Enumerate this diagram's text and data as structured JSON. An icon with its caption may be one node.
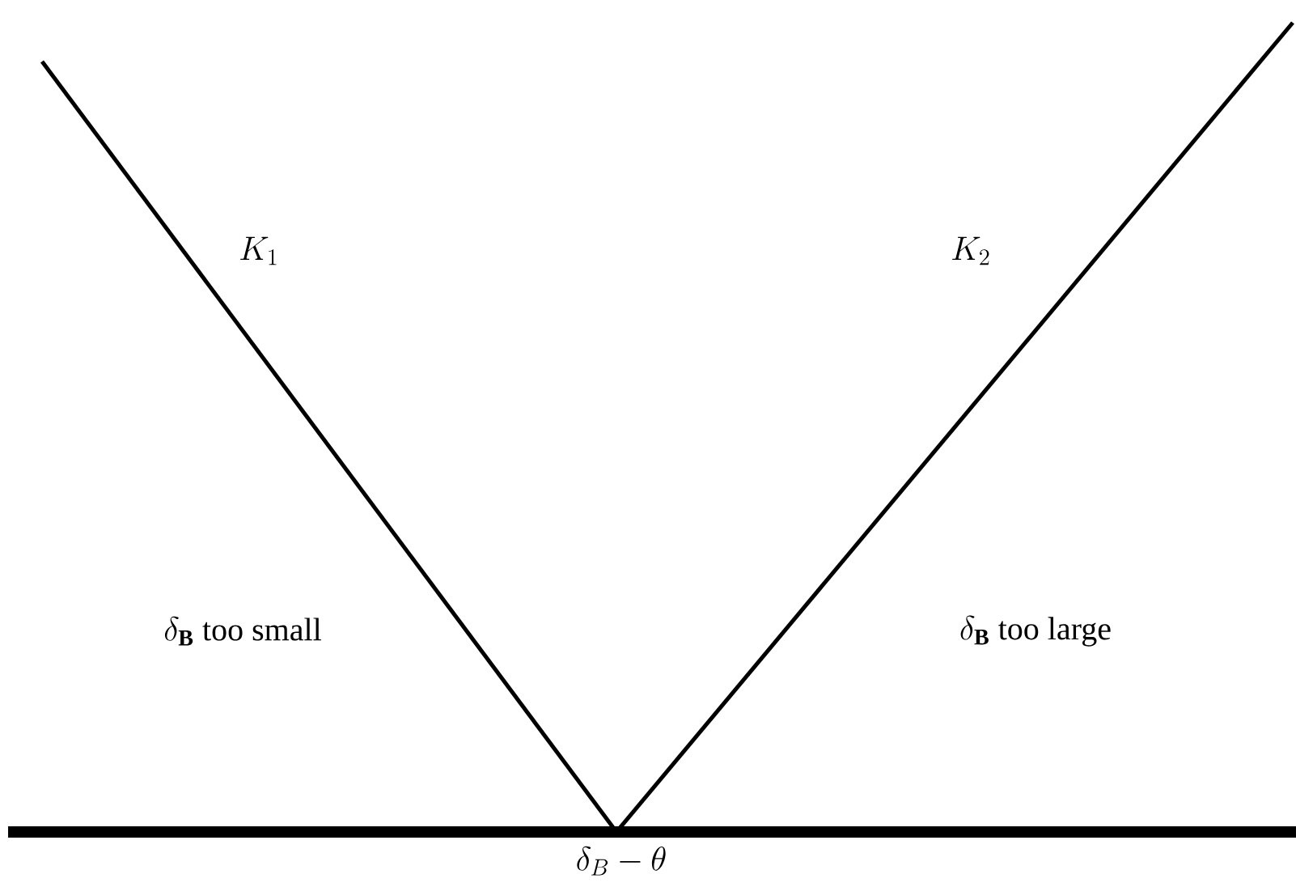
{
  "diagram": {
    "labels": [
      "K_1",
      "K_2",
      "\\delta_{\\mathbf{B}}\\mbox{ too small}",
      "\\delta_{\\mathbf{B}}\\mbox{ too large}",
      "\\delta_B - \\theta"
    ]
  }
}
